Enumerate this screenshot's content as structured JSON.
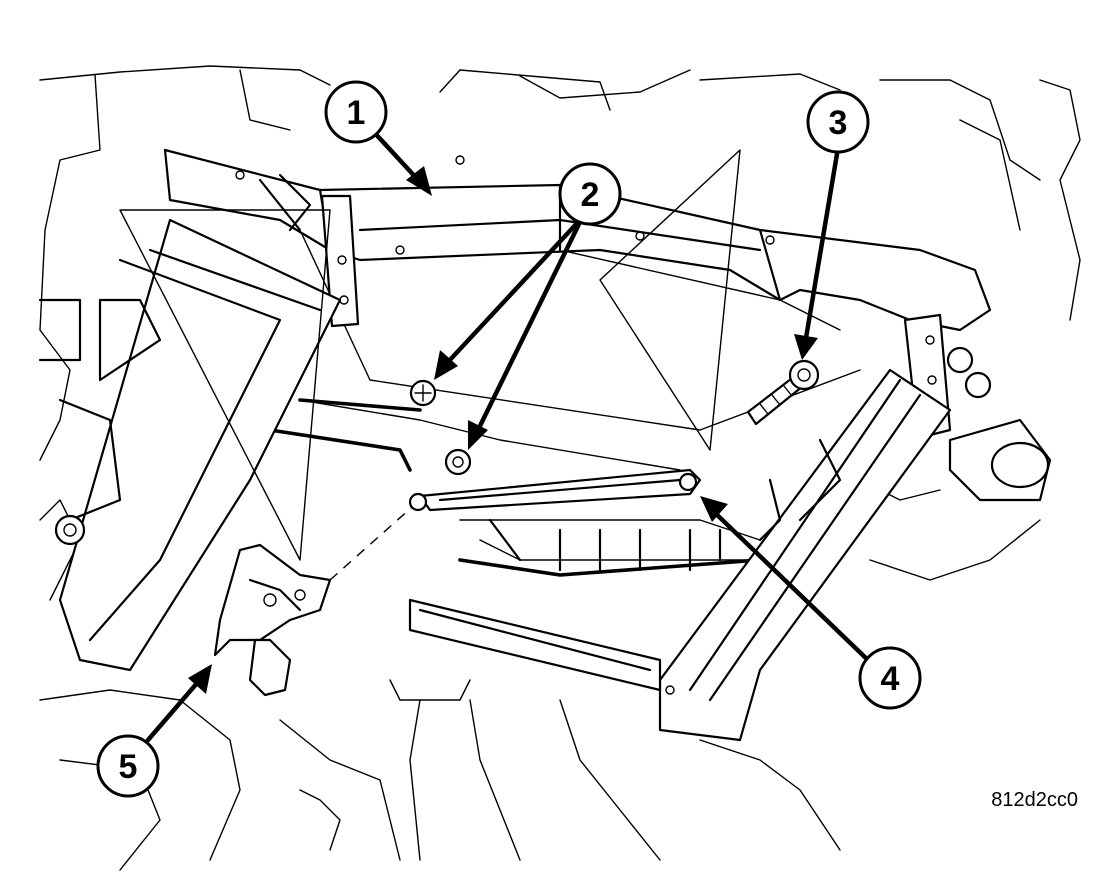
{
  "callouts": [
    {
      "id": "callout-1",
      "label": "1"
    },
    {
      "id": "callout-2",
      "label": "2"
    },
    {
      "id": "callout-3",
      "label": "3"
    },
    {
      "id": "callout-4",
      "label": "4"
    },
    {
      "id": "callout-5",
      "label": "5"
    }
  ],
  "figure_id": "812d2cc0"
}
